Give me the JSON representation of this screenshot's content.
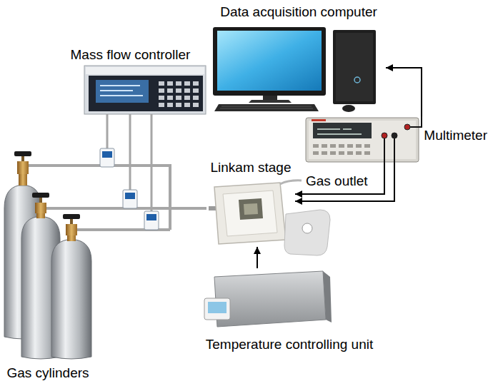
{
  "diagram": {
    "nodes": [
      {
        "text": [
          "Data acquisition computer"
        ]
      },
      {
        "text": [
          "Mass flow controller"
        ]
      },
      {
        "text": [
          "Multimeter"
        ]
      },
      {
        "text": [
          "Linkam stage"
        ]
      },
      {
        "text": [
          "Temperature controlling unit"
        ]
      },
      {
        "text": [
          "Gas cylinders"
        ]
      }
    ],
    "edges": [
      {
        "from": 2,
        "to": 0,
        "arrow": "to"
      },
      {
        "from": 2,
        "to": 3,
        "arrow": "to"
      },
      {
        "from": 2,
        "to": 3,
        "arrow": "to"
      },
      {
        "from": 4,
        "to": 3,
        "arrow": "to"
      },
      {
        "from": 5,
        "to": 3,
        "arrow": "none"
      }
    ],
    "labels": [
      "Gas outlet"
    ]
  }
}
